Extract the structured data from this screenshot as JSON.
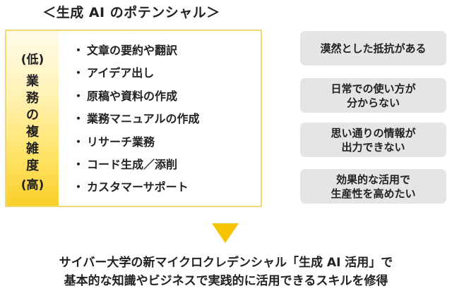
{
  "heading": "＜生成 AI のポテンシャル＞",
  "scale": {
    "low": "(低)",
    "axis_chars": [
      "業",
      "務",
      "の",
      "複",
      "雑",
      "度"
    ],
    "high": "(高)"
  },
  "bullet": "・",
  "use_cases": [
    "文章の要約や翻訳",
    "アイデア出し",
    "原稿や資料の作成",
    "業務マニュアルの作成",
    "リサーチ業務",
    "コード生成／添削",
    "カスタマーサポート"
  ],
  "barriers": [
    {
      "lines": [
        "漠然とした抵抗がある"
      ]
    },
    {
      "lines": [
        "日常での使い方が",
        "分からない"
      ]
    },
    {
      "lines": [
        "思い通りの情報が",
        "出力できない"
      ]
    },
    {
      "lines": [
        "効果的な活用で",
        "生産性を高めたい"
      ]
    }
  ],
  "conclusion": {
    "line1": "サイバー大学の新マイクロクレデンシャル「生成 AI 活用」で",
    "line2": "基本的な知識やビジネスで実践的に活用できるスキルを修得"
  },
  "colors": {
    "accent_yellow": "#f5c400",
    "box_border": "#f2d872",
    "barrier_bg": "#e5e5e5",
    "text": "#222222"
  }
}
